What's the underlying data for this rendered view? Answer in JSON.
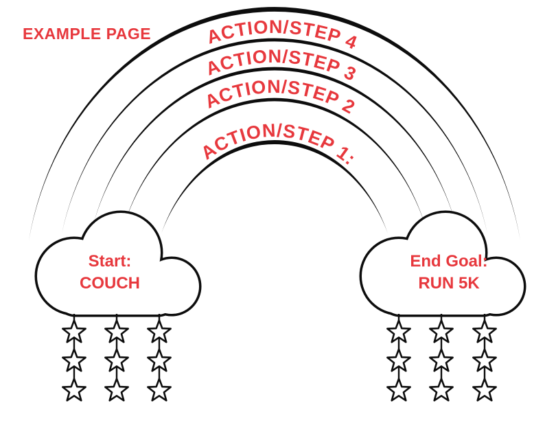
{
  "page": {
    "title": "EXAMPLE PAGE"
  },
  "colors": {
    "accent_red": "#e7383d",
    "ink_black": "#0d0d0d"
  },
  "rainbow": {
    "arc_labels": [
      {
        "label": "ACTION/STEP 4"
      },
      {
        "label": "ACTION/STEP 3"
      },
      {
        "label": "ACTION/STEP 2"
      },
      {
        "label": "ACTION/STEP 1:"
      }
    ]
  },
  "clouds": {
    "start": {
      "line1": "Start:",
      "line2": "COUCH",
      "star_strings": 3,
      "stars_per_string": 3
    },
    "end": {
      "line1": "End Goal:",
      "line2": "RUN 5K",
      "star_strings": 3,
      "stars_per_string": 3
    }
  }
}
